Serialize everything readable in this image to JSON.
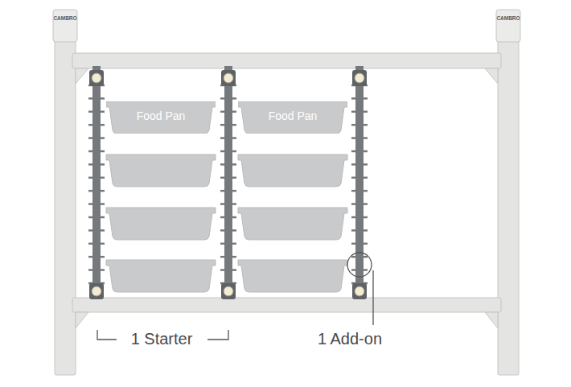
{
  "diagram": {
    "nodes": [
      {
        "text": [
          "Food Pan"
        ]
      },
      {
        "text": [
          "Food Pan"
        ]
      }
    ],
    "labels": [
      "CAMBRO",
      "CAMBRO",
      "1 Starter",
      "1 Add-on"
    ]
  }
}
